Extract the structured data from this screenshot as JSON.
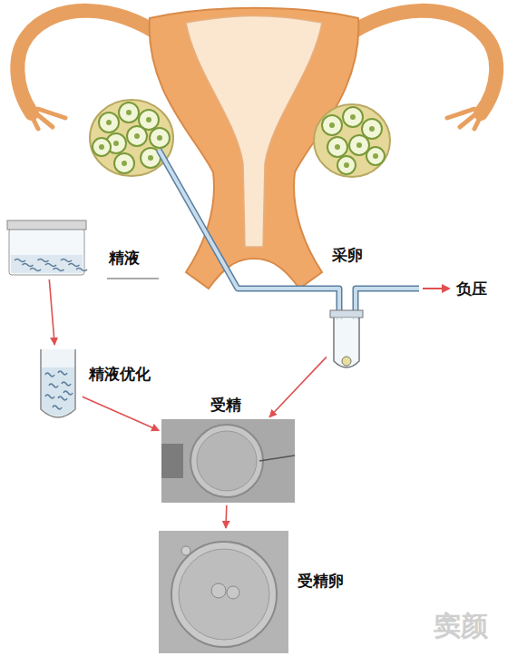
{
  "diagram": {
    "nodes": [
      {
        "text": [
          "精液"
        ]
      },
      {
        "text": [
          "采卵"
        ]
      },
      {
        "text": [
          "精液优化"
        ]
      },
      {
        "text": [
          "受精"
        ]
      },
      {
        "text": [
          "受精卵"
        ]
      }
    ],
    "edges": [
      {
        "from": 0,
        "to": 2,
        "arrow": "to"
      },
      {
        "from": 2,
        "to": 3,
        "arrow": "to"
      },
      {
        "from": 1,
        "to": 3,
        "arrow": "to"
      },
      {
        "from": 3,
        "to": 4,
        "arrow": "to"
      }
    ],
    "labels": [
      "负压",
      "窦颜"
    ]
  }
}
